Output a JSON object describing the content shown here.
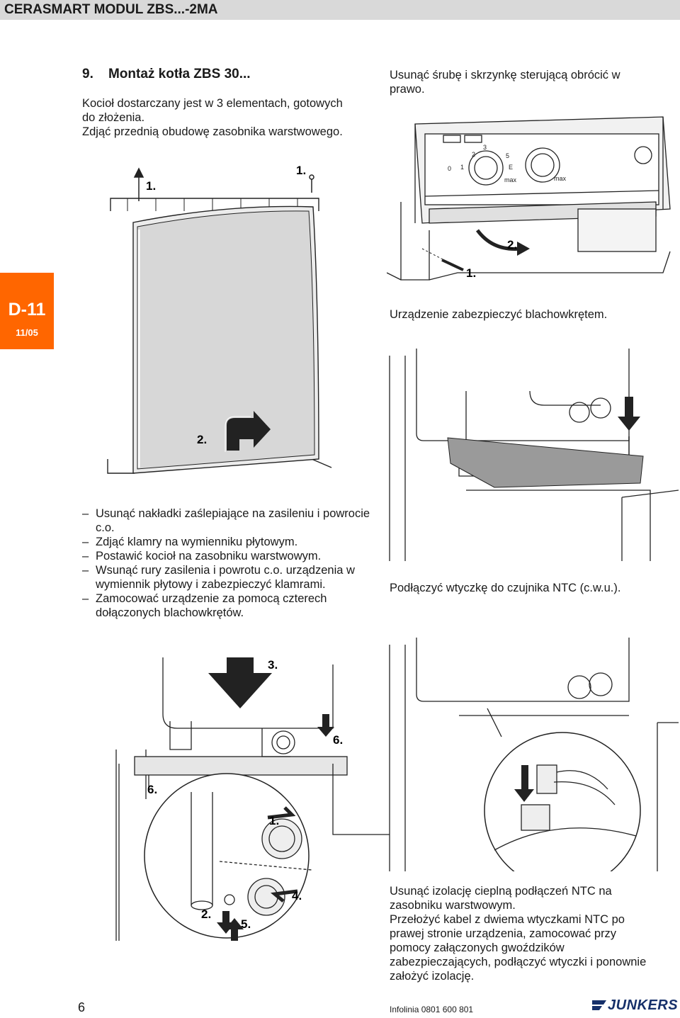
{
  "header": {
    "title": "CERASMART MODUL ZBS...-2MA"
  },
  "side_tab": {
    "code": "D-11",
    "date": "11/05"
  },
  "section": {
    "title": "9.    Montaż kotła ZBS 30...",
    "intro_lines": [
      "Kocioł dostarczany jest w 3 elementach, gotowych",
      "do złożenia.",
      "Zdjąć przednią obudowę zasobnika warstwowego."
    ]
  },
  "bullets": [
    "Usunąć nakładki zaślepiające na zasileniu i powrocie c.o.",
    "Zdjąć klamry na wymienniku płytowym.",
    "Postawić kocioł na zasobniku warstwowym.",
    "Wsunąć rury zasilenia i powrotu c.o. urządzenia w wymiennik płytowy i zabezpieczyć klamrami.",
    "Zamocować urządzenie za pomocą czterech dołączonych blachowkrętów."
  ],
  "right": {
    "remove_screw": [
      "Usunąć śrubę i skrzynkę sterującą obrócić w",
      "prawo."
    ],
    "secure": "Urządzenie zabezpieczyć blachowkrętem.",
    "connect_ntc": "Podłączyć wtyczkę do czujnika NTC (c.w.u.).",
    "final_lines": [
      "Usunąć izolację cieplną podłączeń NTC na",
      "zasobniku warstwowym.",
      "Przełożyć kabel z dwiema wtyczkami NTC po",
      "prawej stronie urządzenia, zamocować przy",
      "pomocy załączonych gwoździków",
      "zabezpieczających, podłączyć wtyczki i ponownie",
      "założyć izolację."
    ]
  },
  "figures": {
    "fig1": {
      "label_left": "1.",
      "label_right": "1.",
      "label_bottom": "2."
    },
    "fig2": {
      "label_a": "2.",
      "label_b": "1.",
      "dial_labels": [
        "0",
        "1",
        "2",
        "3",
        "5",
        "E",
        "max",
        "max"
      ]
    },
    "fig4": {
      "labels": [
        "3.",
        "6.",
        "6.",
        "1.",
        "2.",
        "5.",
        "4."
      ]
    }
  },
  "footer": {
    "page": "6",
    "info": "Infolinia 0801 600 801",
    "brand": "JUNKERS"
  },
  "colors": {
    "accent": "#ff6600",
    "brand": "#16306a"
  }
}
